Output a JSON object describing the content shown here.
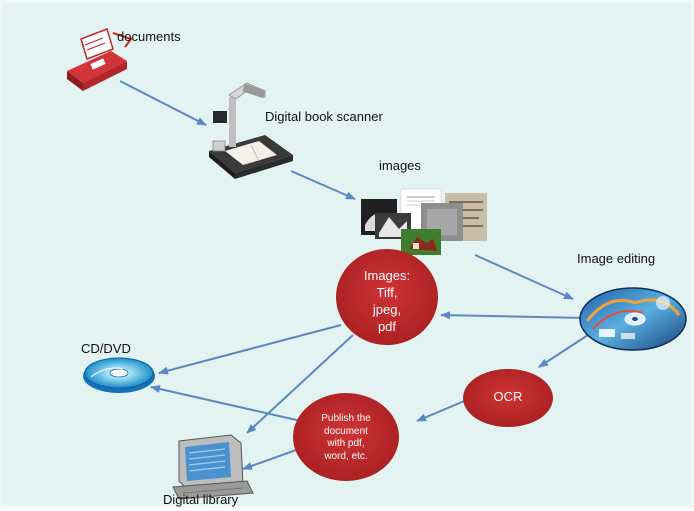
{
  "labels": {
    "documents": "documents",
    "scanner": "Digital book scanner",
    "images": "images",
    "image_editing": "Image editing",
    "cd_dvd": "CD/DVD",
    "digital_library": "Digital library"
  },
  "nodes": {
    "images_formats": [
      "Images:",
      "Tiff,",
      "jpeg,",
      "pdf"
    ],
    "ocr": "OCR",
    "publish": [
      "Publish the",
      "document",
      "with pdf,",
      "word, etc."
    ]
  },
  "colors": {
    "background": "#e2f3f1",
    "ellipse": "#c0282a",
    "arrow": "#5b87c4",
    "fax_red": "#c0282a"
  },
  "icons": {
    "documents": "fax-machine-icon",
    "scanner": "book-scanner-icon",
    "images": "photo-collage-icon",
    "image_editing": "software-disc-icon",
    "cd_dvd": "cd-dvd-icon",
    "digital_library": "computer-monitor-icon"
  }
}
